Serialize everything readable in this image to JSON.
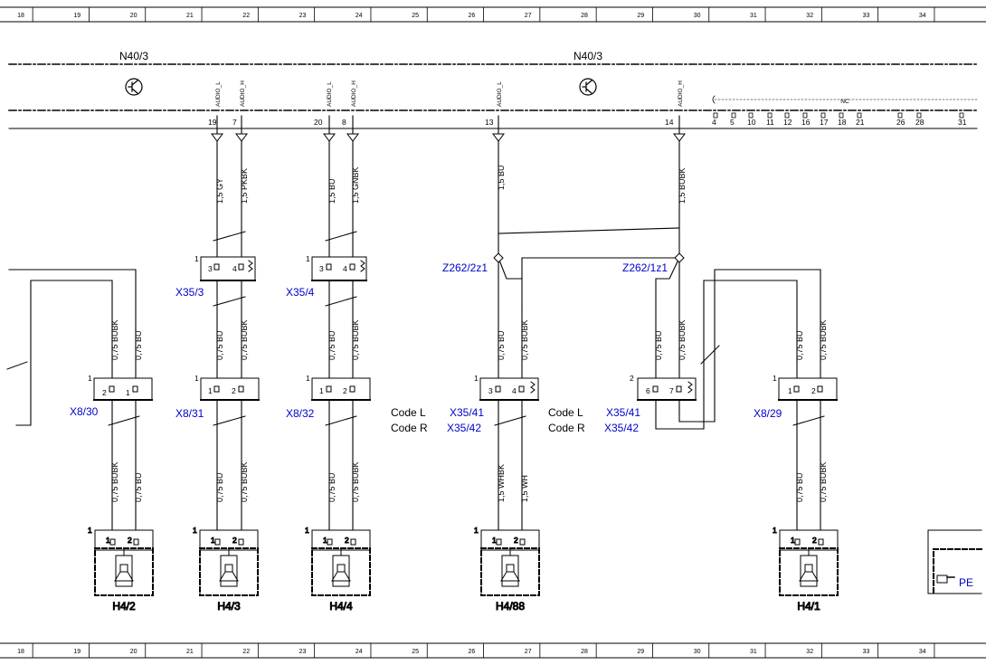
{
  "grid_columns": [
    "18",
    "19",
    "20",
    "21",
    "22",
    "23",
    "24",
    "25",
    "26",
    "27",
    "28",
    "29",
    "30",
    "31",
    "32",
    "33",
    "34"
  ],
  "module": {
    "name_left": "N40/3",
    "name_right": "N40/3",
    "nc_label": "NC",
    "signals": {
      "l": "AUDIO_L",
      "h": "AUDIO_H"
    },
    "pins": [
      "19",
      "7",
      "20",
      "8",
      "13",
      "14"
    ],
    "nc_pins": [
      "4",
      "5",
      "10",
      "11",
      "12",
      "16",
      "17",
      "18",
      "21",
      "26",
      "28",
      "31"
    ]
  },
  "wires": {
    "gy15": "1,5 GY",
    "pkbk15": "1,5 PKBK",
    "bu15": "1,5 BU",
    "gnbk15": "1,5 GNBK",
    "bubk15": "1,5 BUBK",
    "bu075": "0,75 BU",
    "bubk075": "0,75 BUBK",
    "whbk15": "1,5 WHBK",
    "wh15": "1,5 WH"
  },
  "connectors": {
    "x35_3": "X35/3",
    "x35_4": "X35/4",
    "z262_2z1": "Z262/2z1",
    "z262_1z1": "Z262/1z1",
    "x8_30": "X8/30",
    "x8_31": "X8/31",
    "x8_32": "X8/32",
    "x8_29": "X8/29",
    "x35_41": "X35/41",
    "x35_42": "X35/42"
  },
  "codes": {
    "l": "Code L",
    "r": "Code R"
  },
  "speakers": {
    "h4_2": "H4/2",
    "h4_3": "H4/3",
    "h4_4": "H4/4",
    "h4_88": "H4/88",
    "h4_1": "H4/1"
  },
  "conn_pins": {
    "one": "1",
    "two": "2",
    "three": "3",
    "four": "4",
    "six": "6",
    "seven": "7"
  },
  "pe_ref": "PE"
}
